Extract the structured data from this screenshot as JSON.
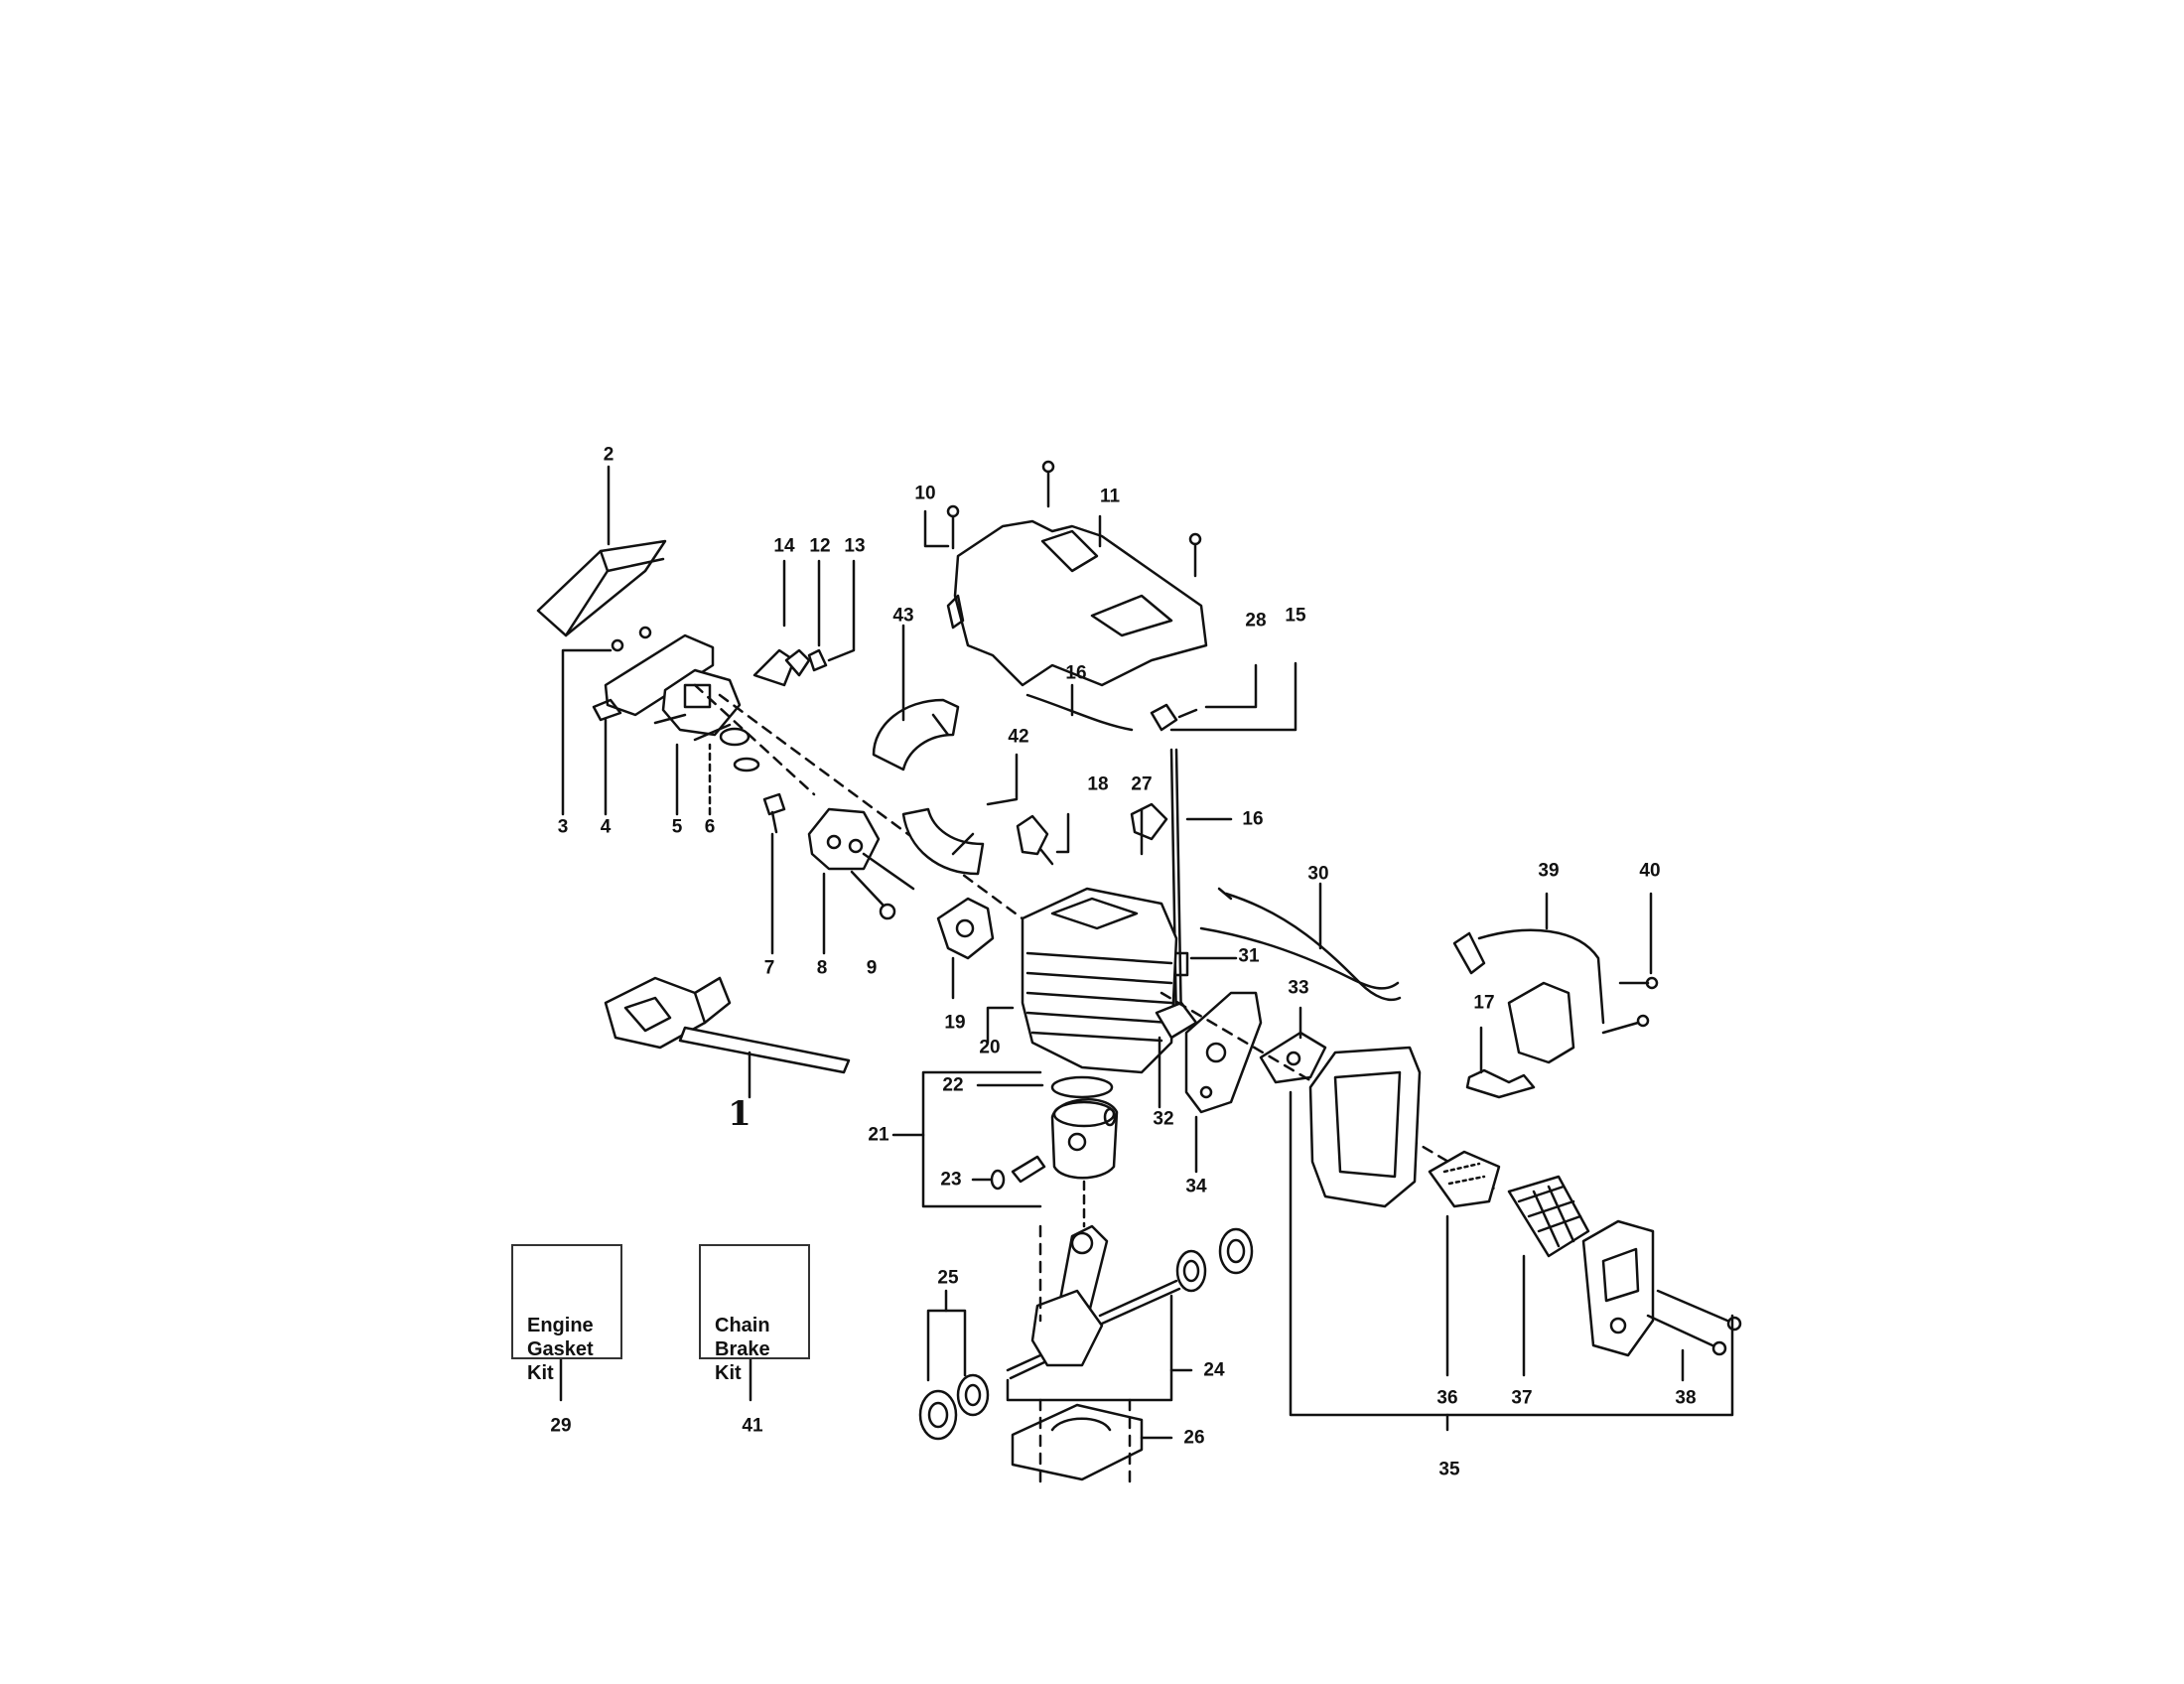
{
  "callouts": {
    "n1": "1",
    "n2": "2",
    "n3": "3",
    "n4": "4",
    "n5": "5",
    "n6": "6",
    "n7": "7",
    "n8": "8",
    "n9": "9",
    "n10": "10",
    "n11": "11",
    "n12": "12",
    "n13": "13",
    "n14": "14",
    "n15": "15",
    "n16a": "16",
    "n16b": "16",
    "n17": "17",
    "n18": "18",
    "n19": "19",
    "n20": "20",
    "n21": "21",
    "n22": "22",
    "n23": "23",
    "n24": "24",
    "n25": "25",
    "n26": "26",
    "n27": "27",
    "n28": "28",
    "n29": "29",
    "n30": "30",
    "n31": "31",
    "n32": "32",
    "n33": "33",
    "n34": "34",
    "n35": "35",
    "n36": "36",
    "n37": "37",
    "n38": "38",
    "n39": "39",
    "n40": "40",
    "n41": "41",
    "n42": "42",
    "n43": "43"
  },
  "kits": {
    "engine_gasket": [
      "Engine",
      "Gasket",
      "Kit"
    ],
    "chain_brake": [
      "Chain",
      "Brake",
      "Kit"
    ]
  }
}
